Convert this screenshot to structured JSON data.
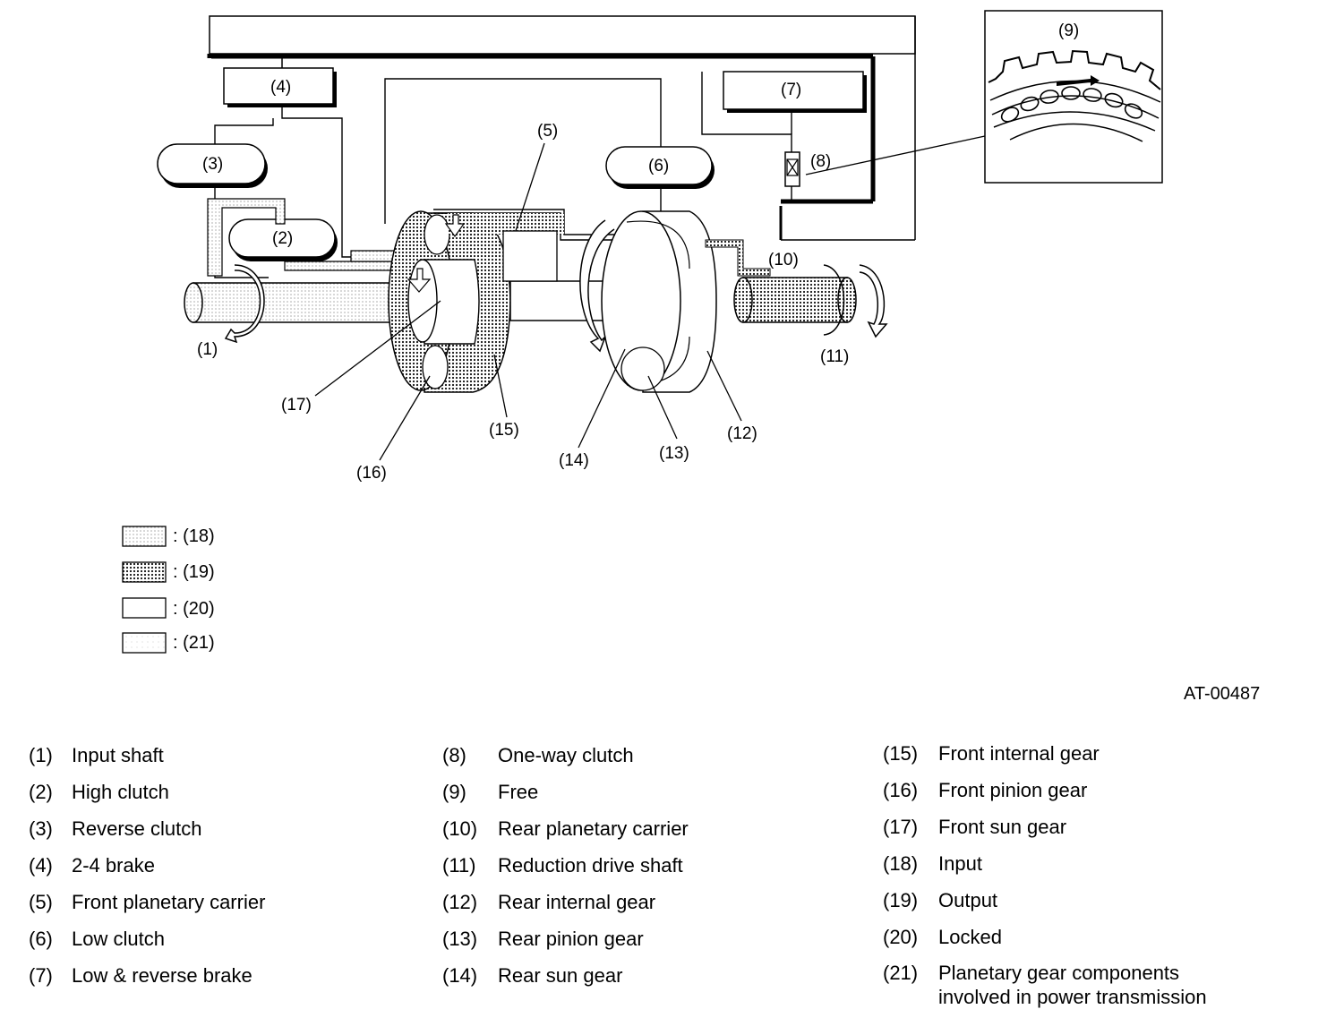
{
  "labels": {
    "n1": "(1)",
    "n2": "(2)",
    "n3": "(3)",
    "n4": "(4)",
    "n5": "(5)",
    "n6": "(6)",
    "n7": "(7)",
    "n8": "(8)",
    "n9": "(9)",
    "n10": "(10)",
    "n11": "(11)",
    "n12": "(12)",
    "n13": "(13)",
    "n14": "(14)",
    "n15": "(15)",
    "n16": "(16)",
    "n17": "(17)"
  },
  "legend": [
    {
      "text": ": (18)",
      "pattern": "light-dots"
    },
    {
      "text": ": (19)",
      "pattern": "dense-dots"
    },
    {
      "text": ": (20)",
      "pattern": "blank"
    },
    {
      "text": ": (21)",
      "pattern": "faint"
    }
  ],
  "figure_code": "AT-00487",
  "key": {
    "col1": [
      {
        "num": "(1)",
        "text": "Input shaft"
      },
      {
        "num": "(2)",
        "text": "High clutch"
      },
      {
        "num": "(3)",
        "text": "Reverse clutch"
      },
      {
        "num": "(4)",
        "text": "2-4 brake"
      },
      {
        "num": "(5)",
        "text": "Front planetary carrier"
      },
      {
        "num": "(6)",
        "text": "Low clutch"
      },
      {
        "num": "(7)",
        "text": "Low & reverse brake"
      }
    ],
    "col2": [
      {
        "num": "(8)",
        "text": "One-way clutch"
      },
      {
        "num": "(9)",
        "text": "Free"
      },
      {
        "num": "(10)",
        "text": "Rear planetary carrier"
      },
      {
        "num": "(11)",
        "text": "Reduction drive shaft"
      },
      {
        "num": "(12)",
        "text": "Rear internal gear"
      },
      {
        "num": "(13)",
        "text": "Rear pinion gear"
      },
      {
        "num": "(14)",
        "text": "Rear sun gear"
      }
    ],
    "col3": [
      {
        "num": "(15)",
        "text": "Front internal gear"
      },
      {
        "num": "(16)",
        "text": "Front pinion gear"
      },
      {
        "num": "(17)",
        "text": "Front sun gear"
      },
      {
        "num": "(18)",
        "text": "Input"
      },
      {
        "num": "(19)",
        "text": "Output"
      },
      {
        "num": "(20)",
        "text": "Locked"
      },
      {
        "num": "(21)",
        "text": "Planetary gear components",
        "text2": "involved in power transmission"
      }
    ]
  }
}
